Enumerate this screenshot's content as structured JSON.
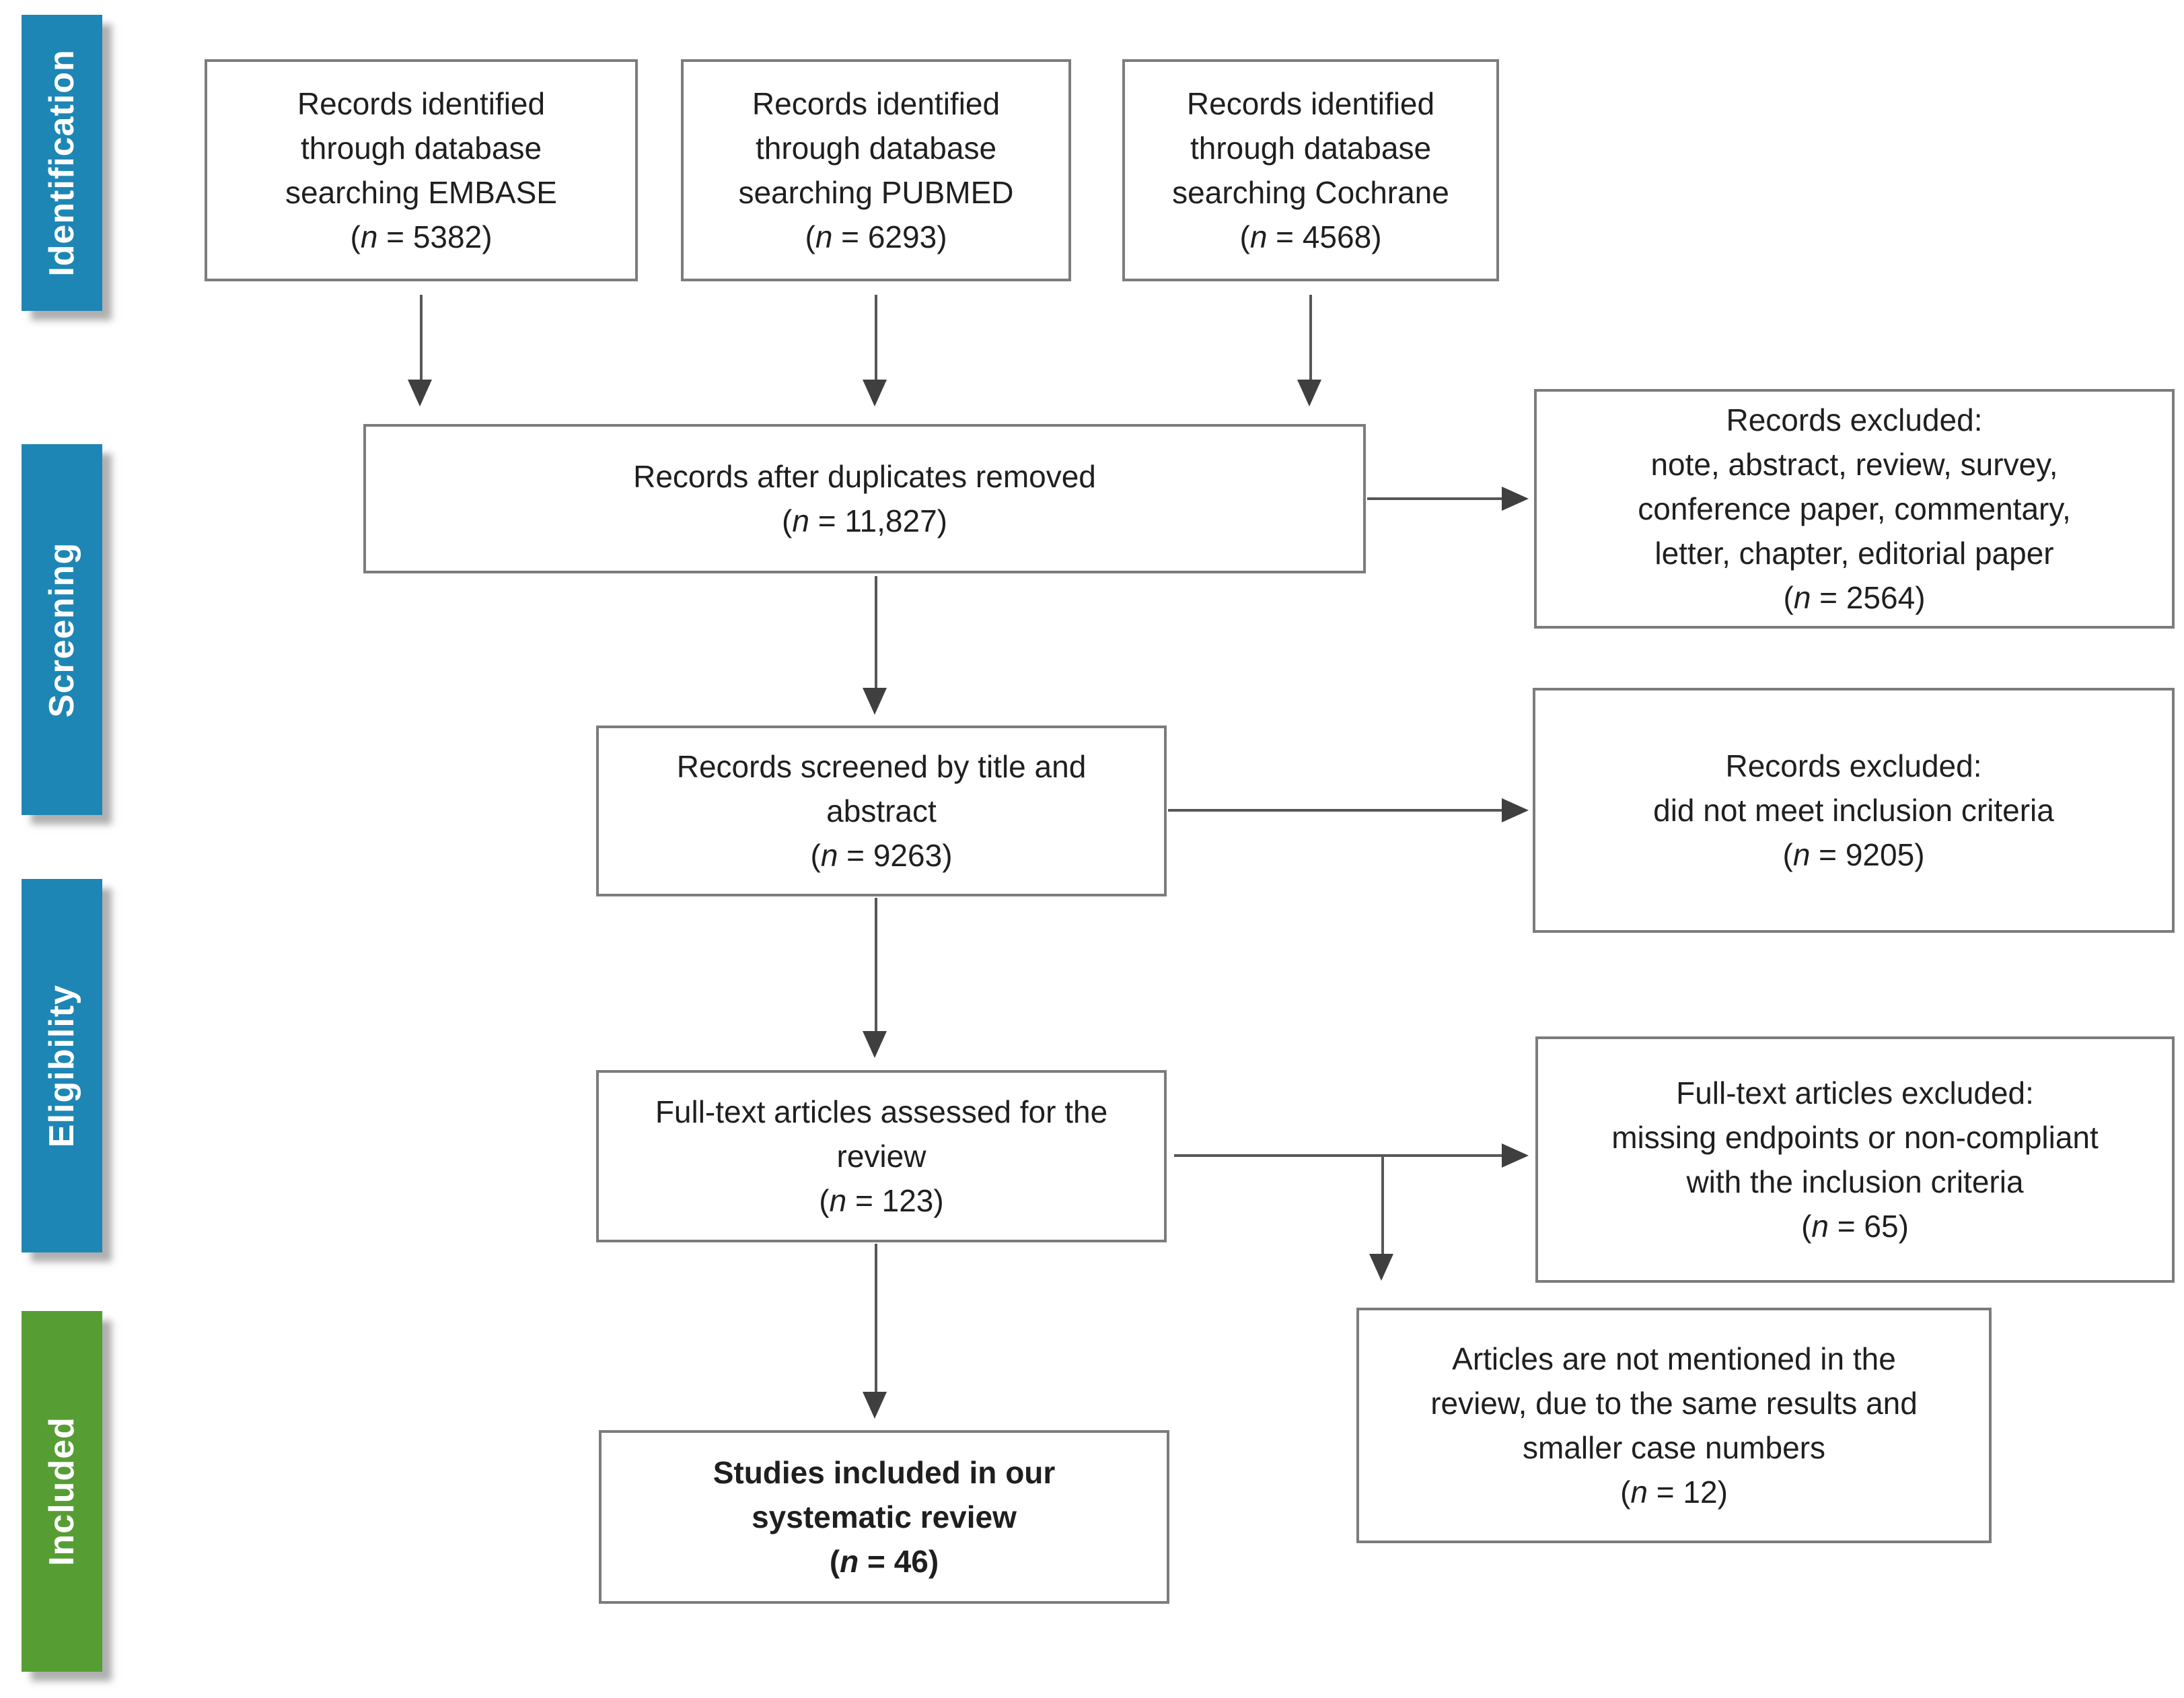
{
  "tokens": {
    "n_open": "(",
    "n": "n",
    "eq": " = ",
    "n_close": ")"
  },
  "sidebar": {
    "stages": [
      {
        "label": "Identification",
        "color": "#1e86b4"
      },
      {
        "label": "Screening",
        "color": "#1e86b4"
      },
      {
        "label": "Eligibility",
        "color": "#1e86b4"
      },
      {
        "label": "Included",
        "color": "#569e33"
      }
    ]
  },
  "boxes": {
    "embase": {
      "lines": [
        "Records identified",
        "through database",
        "searching EMBASE"
      ],
      "n_value": "5382"
    },
    "pubmed": {
      "lines": [
        "Records identified",
        "through database",
        "searching PUBMED"
      ],
      "n_value": "6293"
    },
    "cochrane": {
      "lines": [
        "Records identified",
        "through database",
        "searching Cochrane"
      ],
      "n_value": "4568"
    },
    "duplicates": {
      "lines": [
        "Records after duplicates removed"
      ],
      "n_value": "11,827"
    },
    "excluded_dupes": {
      "lines": [
        "Records excluded:",
        "note, abstract, review, survey,",
        "conference paper, commentary,",
        "letter, chapter, editorial paper"
      ],
      "n_value": "2564"
    },
    "screened": {
      "lines": [
        "Records screened by title and",
        "abstract"
      ],
      "n_value": "9263"
    },
    "excluded_screen": {
      "lines": [
        "Records excluded:",
        "did not meet inclusion criteria"
      ],
      "n_value": "9205"
    },
    "fulltext": {
      "lines": [
        "Full-text articles assessed for the",
        "review"
      ],
      "n_value": "123"
    },
    "excluded_fulltext": {
      "lines": [
        "Full-text articles excluded:",
        "missing endpoints or non-compliant",
        "with the inclusion criteria"
      ],
      "n_value": "65"
    },
    "not_mentioned": {
      "lines": [
        "Articles are not mentioned in the",
        "review, due to the same results and",
        "smaller case numbers"
      ],
      "n_value": "12"
    },
    "included_studies": {
      "lines": [
        "Studies included in our",
        "systematic review"
      ],
      "n_value": "46"
    }
  }
}
